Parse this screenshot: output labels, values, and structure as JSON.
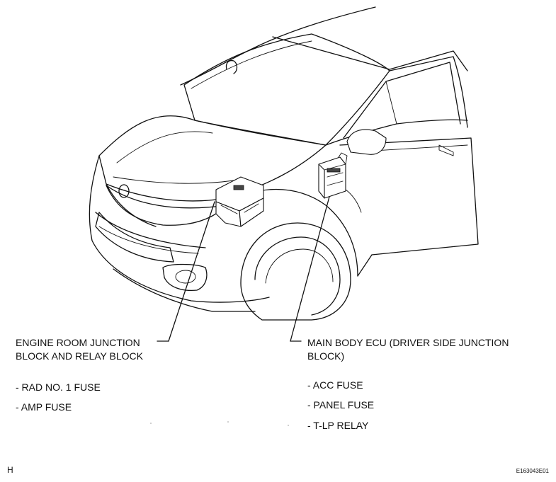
{
  "callouts": {
    "engine_room": {
      "title_line1": "ENGINE ROOM JUNCTION",
      "title_line2": "BLOCK AND RELAY BLOCK",
      "items": [
        "- RAD NO. 1 FUSE",
        "- AMP FUSE"
      ]
    },
    "main_body_ecu": {
      "title_line1": "MAIN BODY ECU (DRIVER SIDE JUNCTION",
      "title_line2": "BLOCK)",
      "items": [
        "- ACC FUSE",
        "- PANEL FUSE",
        "- T-LP RELAY"
      ]
    }
  },
  "corner_marks": {
    "left": "H",
    "right": "E163043E01"
  }
}
